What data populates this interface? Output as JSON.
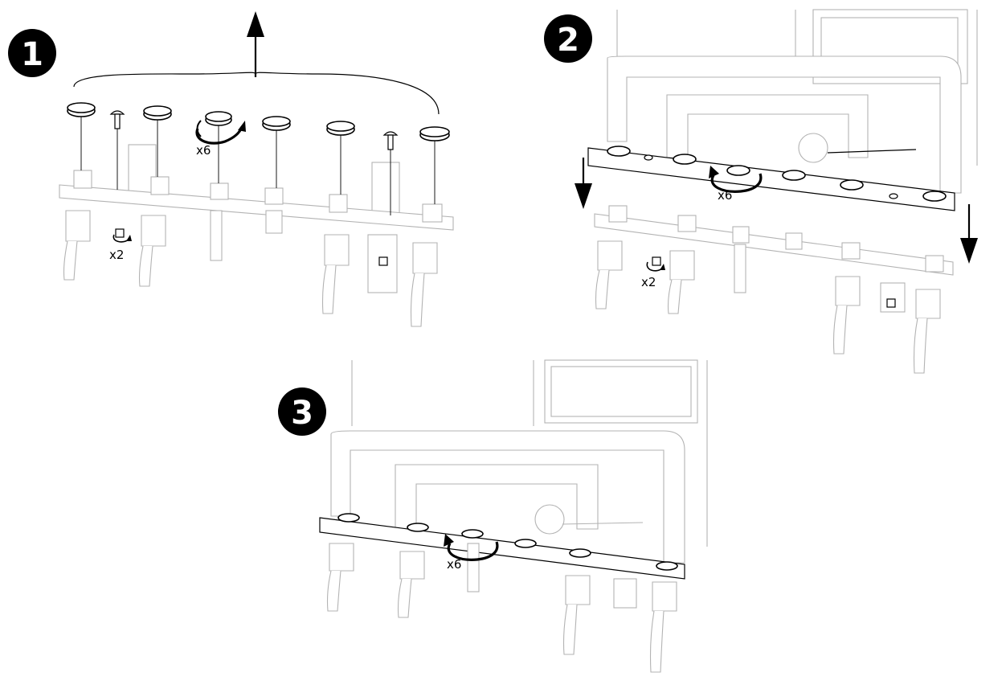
{
  "steps": [
    {
      "number": "1",
      "multipliers": [
        "x6",
        "x2"
      ]
    },
    {
      "number": "2",
      "multipliers": [
        "x6",
        "x2"
      ]
    },
    {
      "number": "3",
      "multipliers": [
        "x6"
      ]
    }
  ],
  "colors": {
    "ink": "#000000",
    "light": "#b3b3b3",
    "paper": "#ffffff"
  },
  "icons": [
    "up-arrow-icon",
    "down-arrow-icon",
    "rotate-arrow-icon"
  ]
}
